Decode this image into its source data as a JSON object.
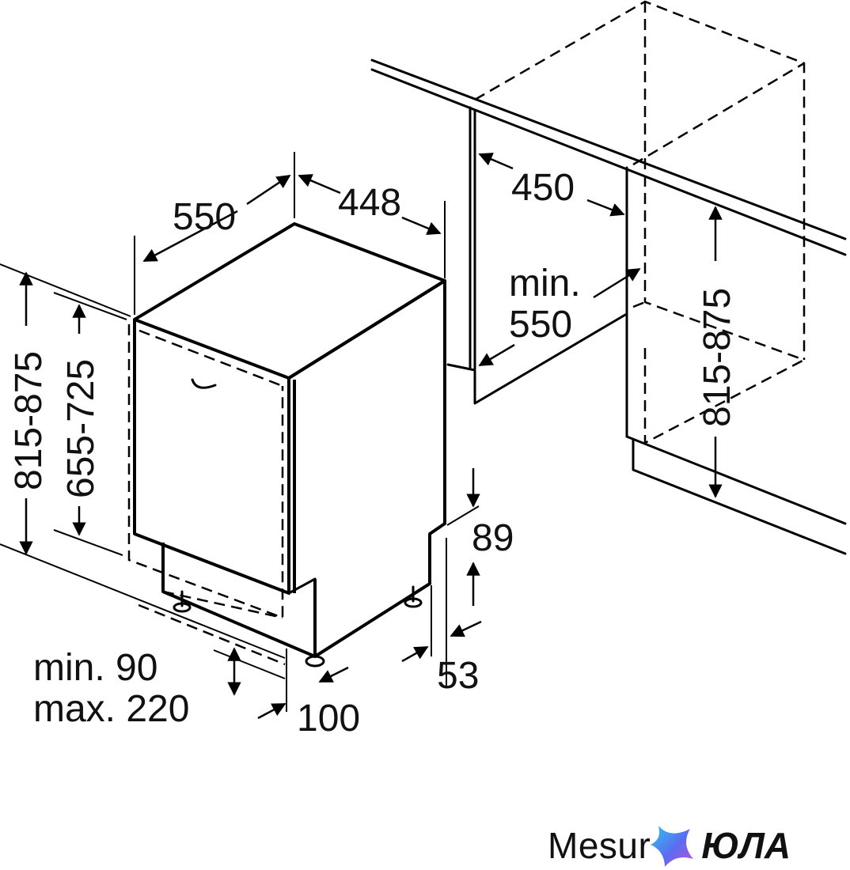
{
  "dimensions": {
    "depth_550": "550",
    "width_448": "448",
    "niche_width": "450",
    "niche_depth_line1": "min.",
    "niche_depth_line2": "550",
    "niche_height": "815-875",
    "appliance_height": "815-875",
    "door_height": "655-725",
    "plinth_line1": "min. 90",
    "plinth_line2": "max. 220",
    "foot_100": "100",
    "base_89": "89",
    "base_53": "53"
  },
  "brand": {
    "name_left": "Mesur",
    "name_right": "ЮЛА",
    "mark_colors": [
      "#2ec5f0",
      "#5b6cf0",
      "#c04fe0"
    ]
  }
}
